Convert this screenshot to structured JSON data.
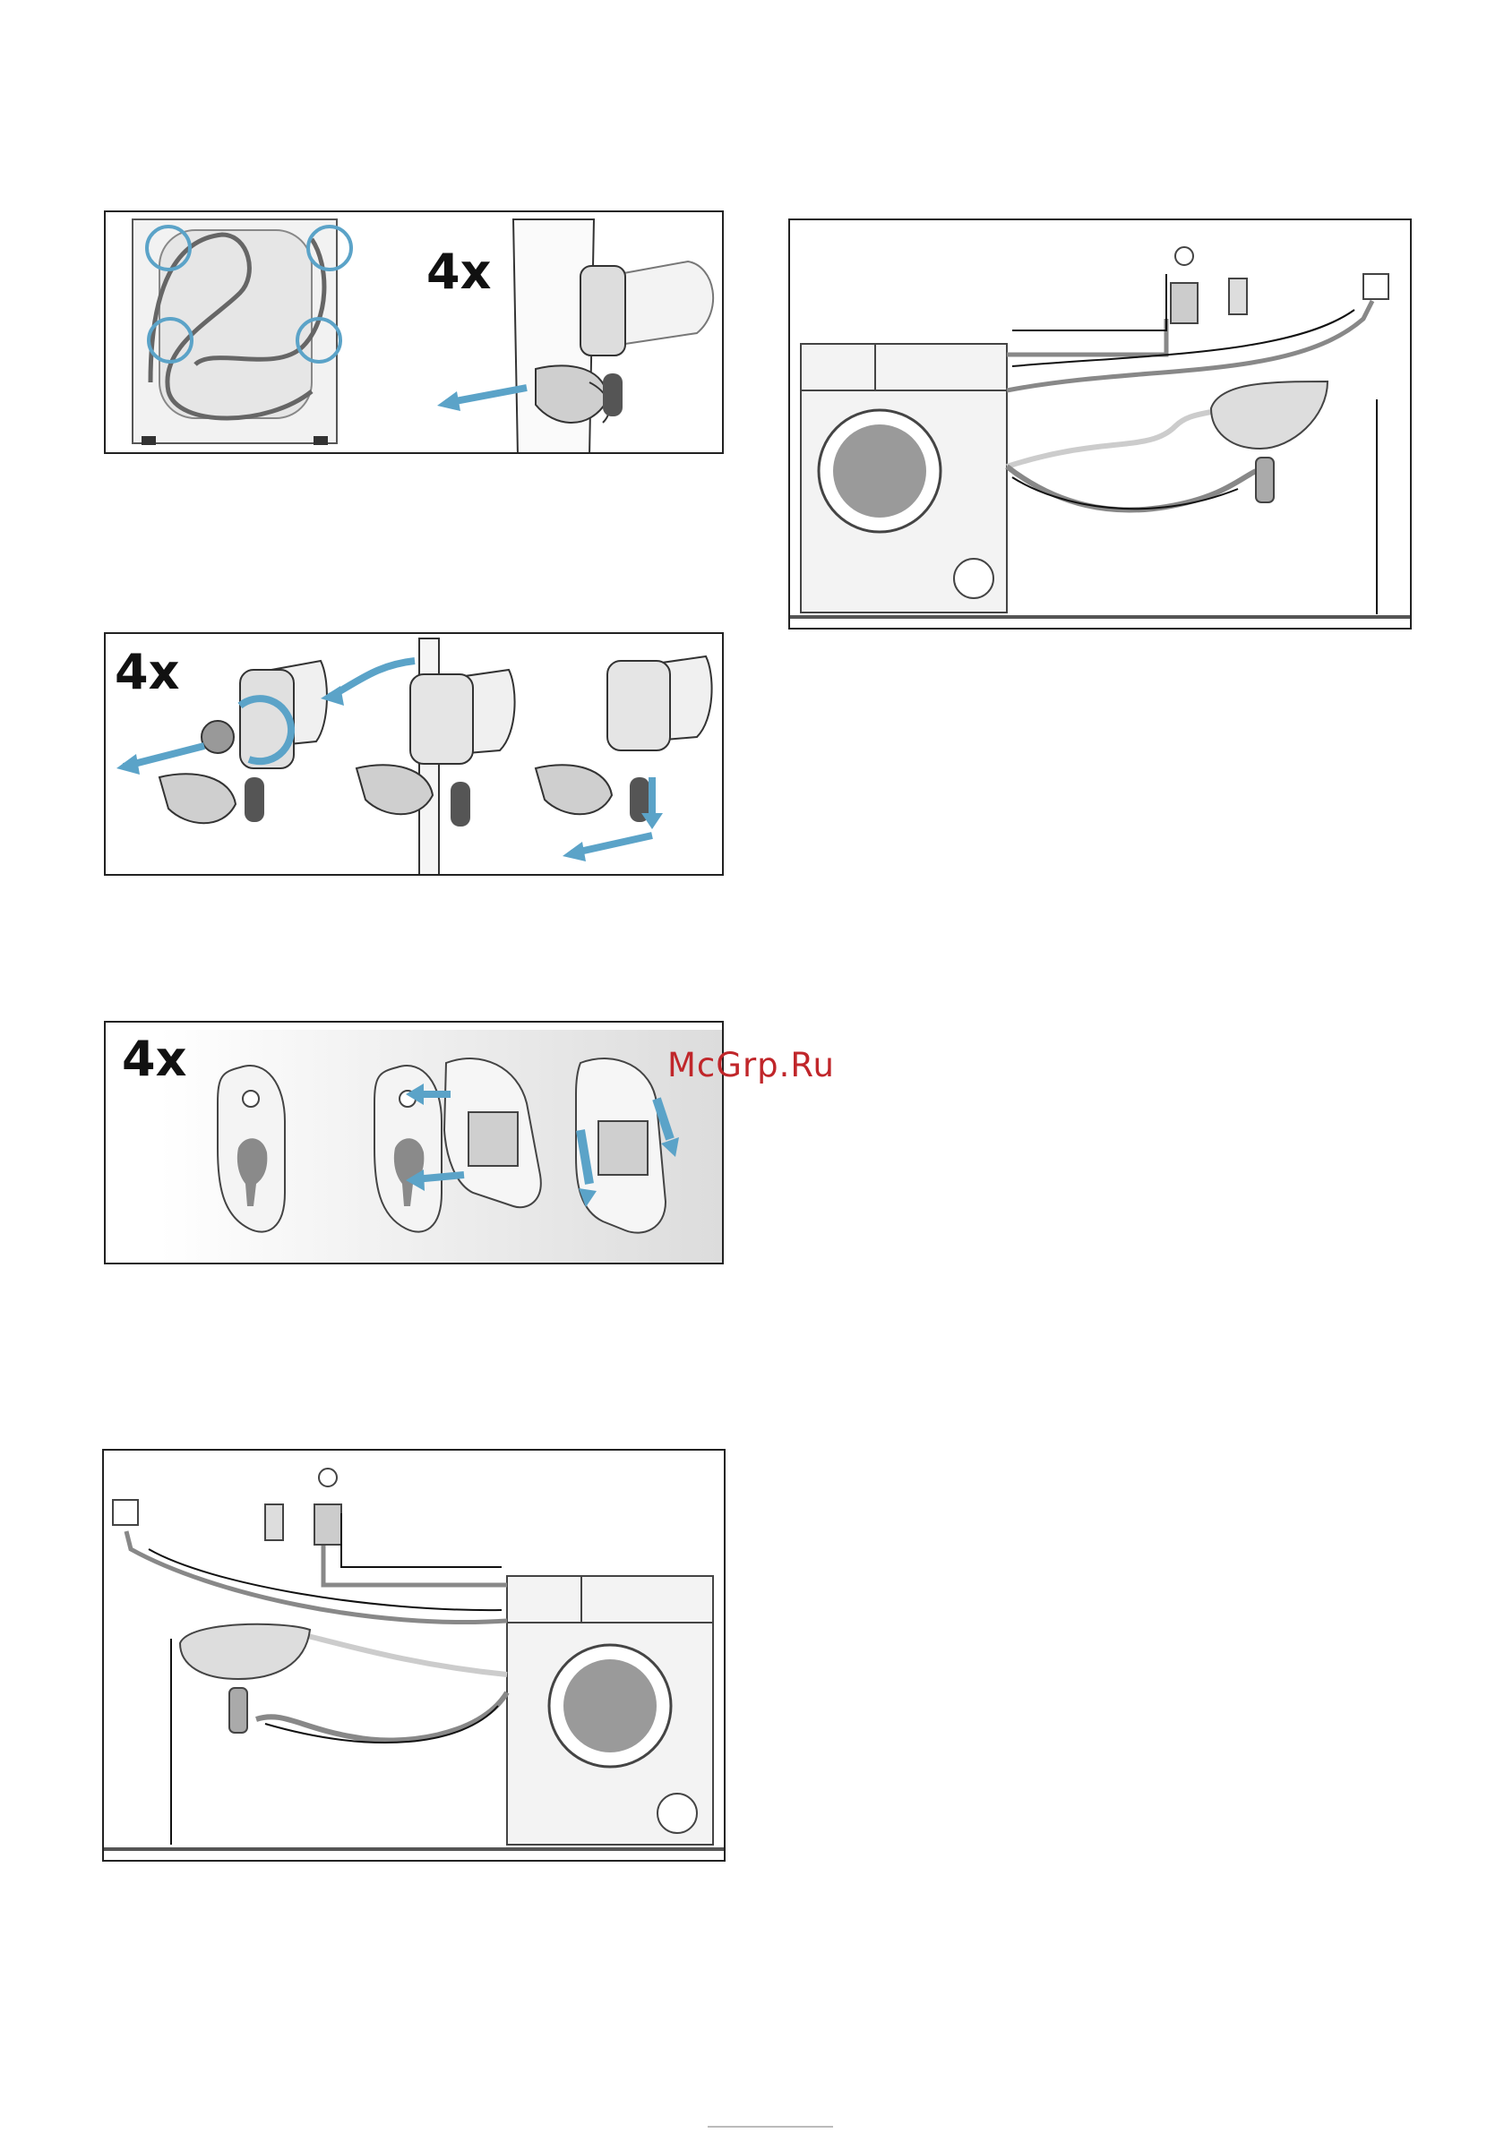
{
  "panels": {
    "transport_bolts_overview": {
      "kind": "figure"
    },
    "bolt_removal_step": {
      "count_label": "4x"
    },
    "bolt_loosening_sequence": {
      "count_label": "4x"
    },
    "cover_cap_insertion": {
      "count_label": "4x"
    },
    "connection_diagram_left_sink": {
      "kind": "figure"
    },
    "connection_diagram_right_sink": {
      "kind": "figure"
    }
  },
  "watermark": {
    "text": "McGrp.Ru"
  },
  "colors": {
    "accent_blue": "#5ba3c8",
    "outline": "#222222",
    "grey_part": "#9a9a9a",
    "watermark_red": "#c0262a"
  }
}
